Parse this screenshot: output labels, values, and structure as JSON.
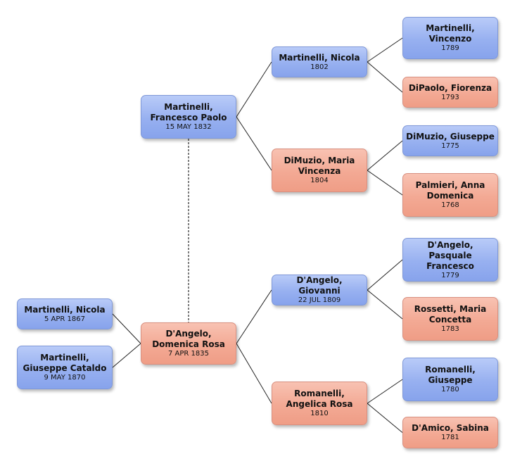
{
  "people": {
    "nicola_1867": {
      "name": "Martinelli, Nicola",
      "date": "5 APR 1867",
      "sex": "male"
    },
    "giuseppe_cataldo": {
      "name": "Martinelli, Giuseppe Cataldo",
      "date": "9 MAY 1870",
      "sex": "male"
    },
    "francesco_paolo": {
      "name": "Martinelli, Francesco Paolo",
      "date": "15 MAY 1832",
      "sex": "male"
    },
    "domenica_rosa": {
      "name": "D'Angelo, Domenica Rosa",
      "date": "7 APR 1835",
      "sex": "female"
    },
    "nicola_1802": {
      "name": "Martinelli, Nicola",
      "date": "1802",
      "sex": "male"
    },
    "maria_vincenza": {
      "name": "DiMuzio, Maria Vincenza",
      "date": "1804",
      "sex": "female"
    },
    "giovanni": {
      "name": "D'Angelo, Giovanni",
      "date": "22 JUL 1809",
      "sex": "male"
    },
    "angelica_rosa": {
      "name": "Romanelli, Angelica Rosa",
      "date": "1810",
      "sex": "female"
    },
    "vincenzo": {
      "name": "Martinelli, Vincenzo",
      "date": "1789",
      "sex": "male"
    },
    "fiorenza": {
      "name": "DiPaolo, Fiorenza",
      "date": "1793",
      "sex": "female"
    },
    "giuseppe_dimuzio": {
      "name": "DiMuzio, Giuseppe",
      "date": "1775",
      "sex": "male"
    },
    "anna_domenica": {
      "name": "Palmieri, Anna Domenica",
      "date": "1768",
      "sex": "female"
    },
    "pasquale": {
      "name": "D'Angelo, Pasquale Francesco",
      "date": "1779",
      "sex": "male"
    },
    "maria_concetta": {
      "name": "Rossetti, Maria Concetta",
      "date": "1783",
      "sex": "female"
    },
    "giuseppe_romanelli": {
      "name": "Romanelli, Giuseppe",
      "date": "1780",
      "sex": "male"
    },
    "sabina": {
      "name": "D'Amico, Sabina",
      "date": "1781",
      "sex": "female"
    }
  },
  "colors": {
    "male": "#97b0f0",
    "female": "#f3a994",
    "connector": "#222222",
    "spouse_link": "#555555"
  }
}
